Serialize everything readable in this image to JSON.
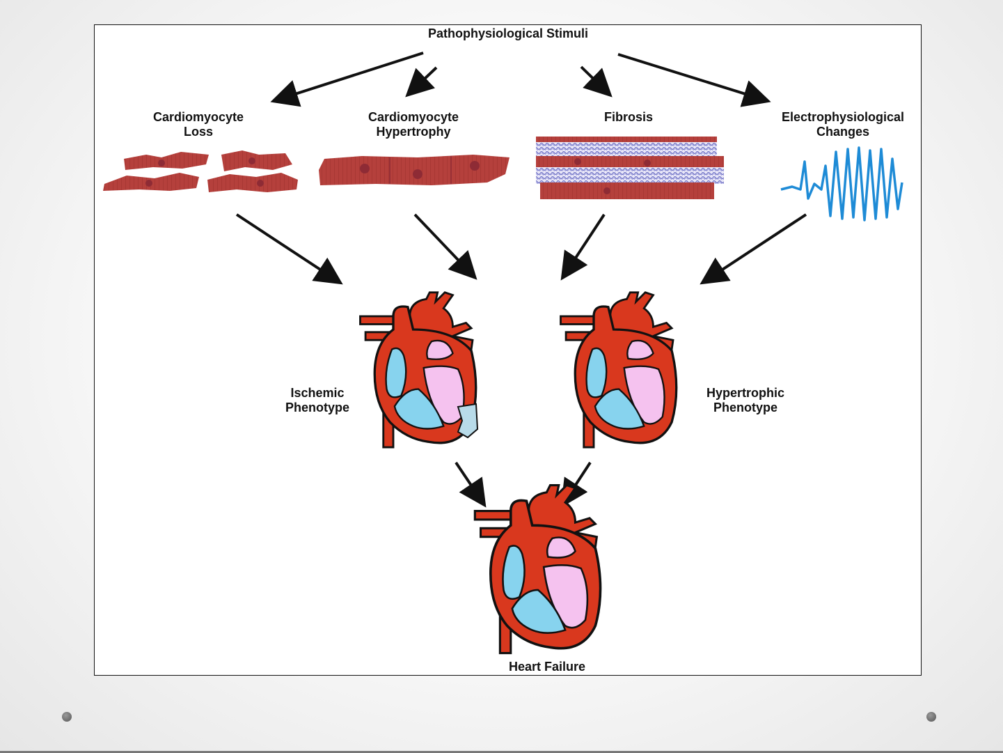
{
  "diagram": {
    "top_label": "Pathophysiological Stimuli",
    "stimuli": [
      {
        "line1": "Cardiomyocyte",
        "line2": "Loss"
      },
      {
        "line1": "Cardiomyocyte",
        "line2": "Hypertrophy"
      },
      {
        "line1": "Fibrosis",
        "line2": ""
      },
      {
        "line1": "Electrophysiological",
        "line2": "Changes"
      }
    ],
    "phenotypes": [
      {
        "line1": "Ischemic",
        "line2": "Phenotype"
      },
      {
        "line1": "Hypertrophic",
        "line2": "Phenotype"
      }
    ],
    "outcome": "Heart Failure"
  },
  "colors": {
    "muscle": "#b5403c",
    "heart_red": "#d9381e",
    "chamber_blue": "#87d3ee",
    "chamber_pink": "#f5c2ef",
    "fibrosis_purple": "#6c6fc4",
    "ecg_blue": "#1e8bd6",
    "arrow": "#111111"
  },
  "icons": {
    "cell": "cardiomyocyte-tissue",
    "heart": "heart-anatomy",
    "ecg": "ecg-waveform"
  }
}
